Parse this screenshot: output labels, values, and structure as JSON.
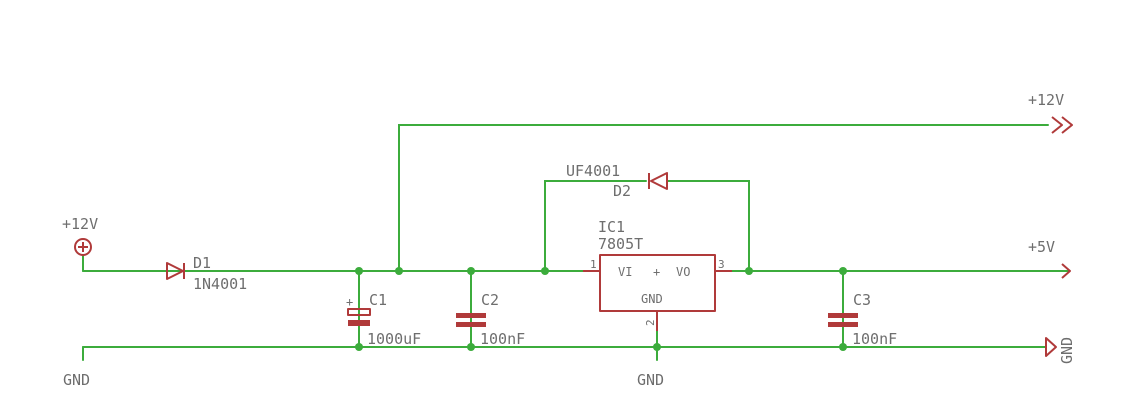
{
  "nets": {
    "vin_label": "+12V",
    "out12_label": "+12V",
    "out5_label": "+5V",
    "gnd_left": "GND",
    "gnd_mid": "GND",
    "gnd_right": "GND"
  },
  "d1": {
    "name": "D1",
    "value": "1N4001"
  },
  "d2": {
    "name": "D2",
    "value": "UF4001"
  },
  "c1": {
    "name": "C1",
    "value": "1000uF",
    "polarity": "+"
  },
  "c2": {
    "name": "C2",
    "value": "100nF"
  },
  "c3": {
    "name": "C3",
    "value": "100nF"
  },
  "ic1": {
    "name": "IC1",
    "value": "7805T",
    "pin_vi": "VI",
    "pin_plus": "+",
    "pin_vo": "VO",
    "pin_gnd": "GND",
    "pin1": "1",
    "pin2": "2",
    "pin3": "3"
  },
  "colors": {
    "wire": "#3cac3c",
    "part": "#b03a3a",
    "label": "#6e6e6e"
  }
}
